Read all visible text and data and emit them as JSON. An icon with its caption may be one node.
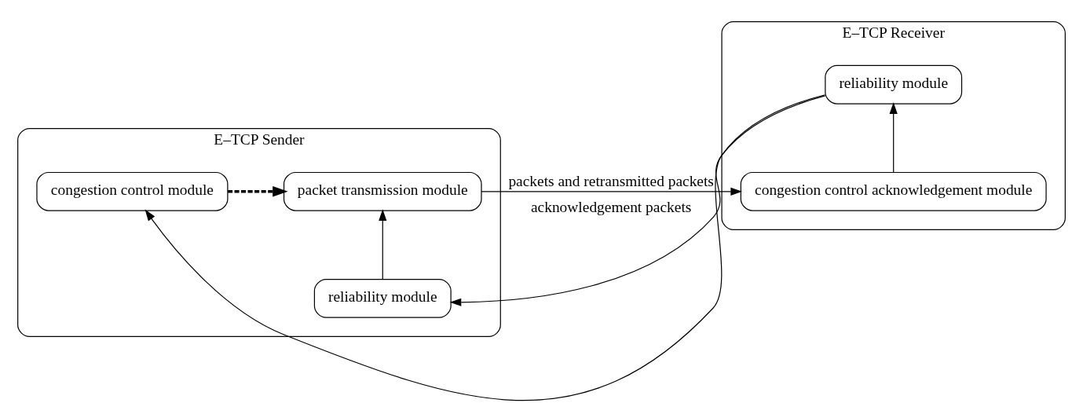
{
  "diagram": {
    "nodes": [
      {
        "text": [
          "E–TCP Sender"
        ]
      },
      {
        "text": [
          "reliability module"
        ],
        "in": 0
      },
      {
        "text": [
          "congestion control module"
        ],
        "in": 0
      },
      {
        "text": [
          "packet transmission module"
        ],
        "in": 0
      },
      {
        "text": [
          "E–TCP Receiver"
        ]
      },
      {
        "text": [
          "reliability module"
        ],
        "in": 4
      },
      {
        "text": [
          "congestion control acknowledgement module"
        ],
        "in": 4
      }
    ],
    "edges": [
      {
        "from": 1,
        "to": 3,
        "arrow": "to"
      },
      {
        "from": 2,
        "to": 3,
        "arrow": "to",
        "style": "dashed"
      },
      {
        "from": 3,
        "to": 6,
        "arrow": "to",
        "label": "packets and retransmitted packets"
      },
      {
        "from": 6,
        "to": 5,
        "arrow": "to"
      },
      {
        "from": 5,
        "to": 1,
        "arrow": "to",
        "label": "acknowledgement packets"
      },
      {
        "from": 5,
        "to": 2,
        "arrow": "to"
      }
    ]
  }
}
